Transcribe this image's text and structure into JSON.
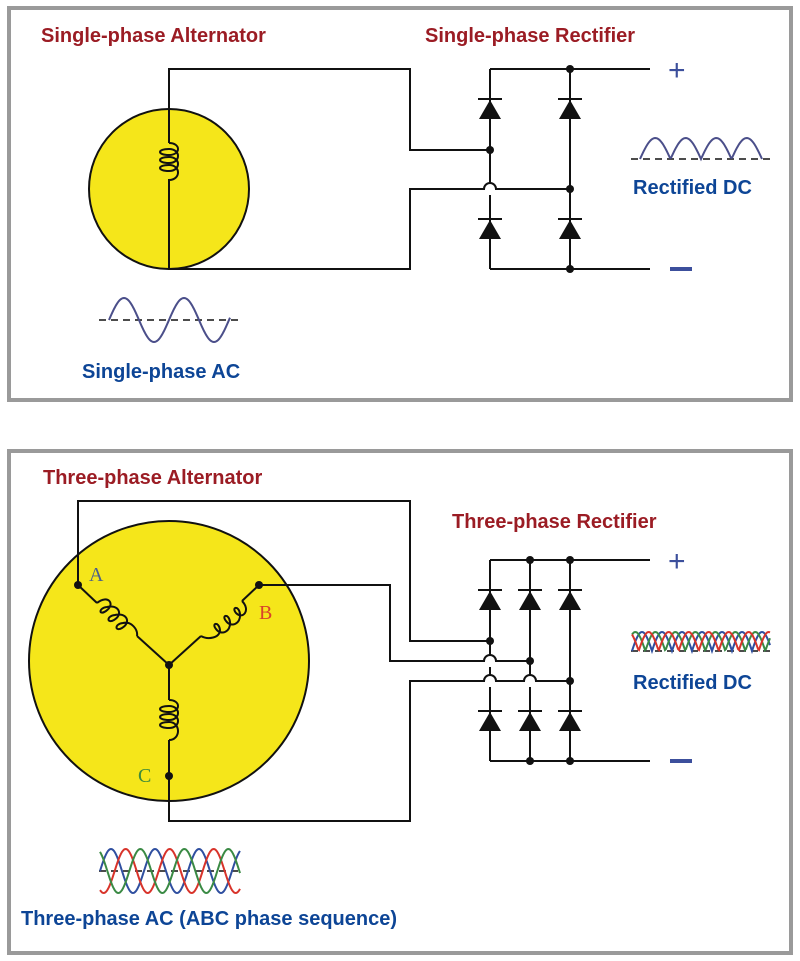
{
  "single_phase": {
    "alternator_title": "Single-phase Alternator",
    "rectifier_title": "Single-phase Rectifier",
    "ac_caption": "Single-phase AC",
    "dc_caption": "Rectified DC",
    "positive_terminal": "+",
    "negative_terminal": "−"
  },
  "three_phase": {
    "alternator_title": "Three-phase Alternator",
    "rectifier_title": "Three-phase Rectifier",
    "ac_caption": "Three-phase AC (ABC phase sequence)",
    "dc_caption": "Rectified DC",
    "positive_terminal": "+",
    "negative_terminal": "−",
    "phases": [
      {
        "label": "A",
        "color": "#4a5f8c"
      },
      {
        "label": "B",
        "color": "#d8432a"
      },
      {
        "label": "C",
        "color": "#3e8a3a"
      }
    ]
  },
  "colors": {
    "title": "#9b1c24",
    "caption": "#0d4596",
    "rotor": "#f5e61a",
    "panel_border": "#9a9a9a",
    "wave_single": "#4b4f8a",
    "wave_a": "#2f4fa0",
    "wave_b": "#d8332a",
    "wave_c": "#3a8a44"
  }
}
